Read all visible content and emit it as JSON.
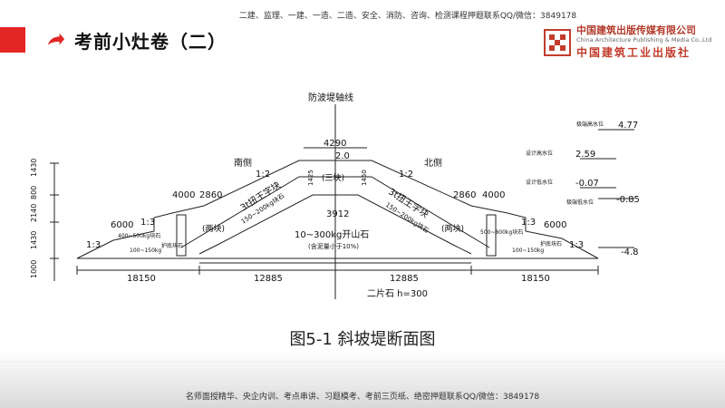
{
  "header": {
    "top_note": "二建、监理、一建、一造、二造、安全、消防、咨询、检测课程押题联系QQ/微信：3849178",
    "title": "考前小灶卷（二）",
    "logo": {
      "cn_name": "中国建筑出版传媒有限公司",
      "en_name": "China Architecture Publishing & Media Co.,Ltd",
      "cn_brand": "中国建筑工业出版社"
    }
  },
  "figure": {
    "axis_label": "防波堤轴线",
    "south": "南侧",
    "north": "北侧",
    "crest_width": "4290",
    "crest_level": "2.0",
    "core_label": "(三块)",
    "left_slope_top": "1:2",
    "right_slope_top": "1:2",
    "left_slope_low": "1:3",
    "right_slope_low": "1:3",
    "left_toe_slope": "1:3",
    "right_toe_slope": "1:3",
    "left_berm1": "4000",
    "left_berm2": "2860",
    "right_berm1": "2860",
    "right_berm2": "4000",
    "left_6000": "6000",
    "right_6000": "6000",
    "left_armor": "3t扭王字块",
    "right_armor": "3t扭王字块",
    "left_under": "150~200kg块石",
    "right_under": "150~200kg块石",
    "left_two": "(两块)",
    "right_two": "(两块)",
    "core_width": "3912",
    "core_rock": "10~300kg开山石",
    "core_note": "(含泥量小于10%)",
    "left_toe_rock": "400~500kg块石",
    "left_toe_rock2": "100~150kg",
    "left_protect": "护底块石",
    "right_toe_rock": "500~800kg块石",
    "right_toe_rock2": "100~150kg",
    "right_protect": "护底块石",
    "dim_18150_left": "18150",
    "dim_12885_left": "12885",
    "dim_12885_right": "12885",
    "dim_18150_right": "18150",
    "base_layer": "二片石 h=300",
    "left_dims": [
      "1430",
      "800",
      "2140",
      "1430",
      "1000"
    ],
    "bracket_left": "1:3",
    "side_dims_v": [
      "1425",
      "1450"
    ],
    "levels": [
      {
        "label": "极端高水位",
        "value": "4.77"
      },
      {
        "label": "设计高水位",
        "value": "2.59"
      },
      {
        "label": "设计低水位",
        "value": "-0.07"
      },
      {
        "label": "极端低水位",
        "value": "-0.85"
      }
    ],
    "seabed_level": "-4.8"
  },
  "caption": "图5-1 斜坡堤断面图",
  "footer": {
    "bottom_note": "名师面授精华、央企内训、考点串讲、习题模考、考前三页纸、绝密押题联系QQ/微信：3849178"
  },
  "colors": {
    "accent_red": "#e32523",
    "line": "#222222"
  }
}
